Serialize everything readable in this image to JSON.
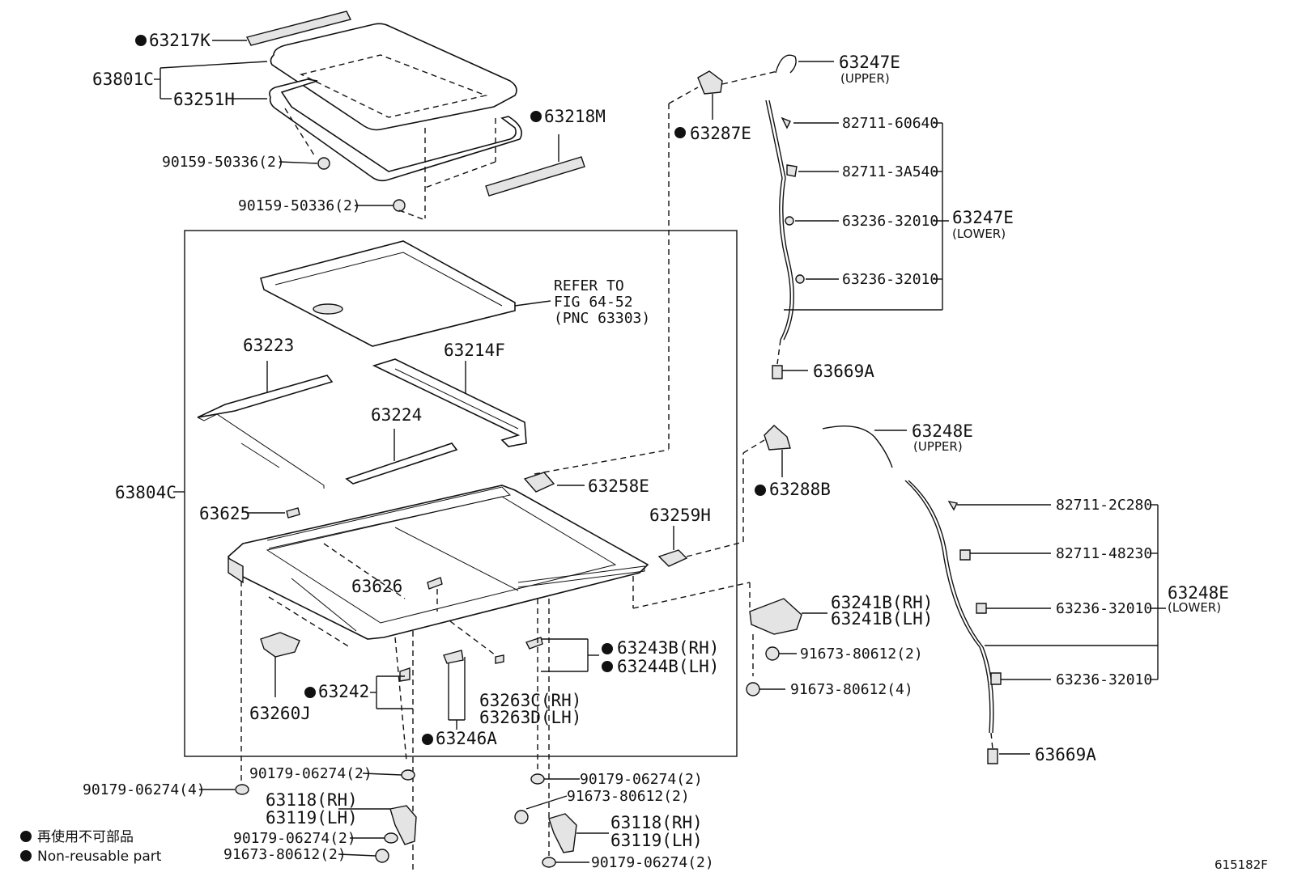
{
  "diagram_code": "615182F",
  "legend": {
    "non_reusable_ja": "再使用不可部品",
    "non_reusable_en": "Non-reusable part"
  },
  "labels": {
    "p63217K": "63217K",
    "p63801C": "63801C",
    "p63251H": "63251H",
    "p63218M": "63218M",
    "p90159_a": "90159-50336(2)",
    "p90159_b": "90159-50336(2)",
    "p63247E_up": "63247E",
    "upper_1": "(UPPER)",
    "p63287E": "63287E",
    "p82711_60640": "82711-60640",
    "p82711_3A540": "82711-3A540",
    "p63236_a": "63236-32010",
    "p63247E_low": "63247E",
    "lower_1": "(LOWER)",
    "p63236_b": "63236-32010",
    "p63669A_a": "63669A",
    "refer_1": "REFER TO",
    "refer_2": "FIG 64-52",
    "refer_3": "(PNC 63303)",
    "p63223": "63223",
    "p63214F": "63214F",
    "p63224": "63224",
    "p63804C": "63804C",
    "p63258E": "63258E",
    "p63625": "63625",
    "p63259H": "63259H",
    "p63626": "63626",
    "p63248E_up": "63248E",
    "upper_2": "(UPPER)",
    "p63288B": "63288B",
    "p82711_2C280": "82711-2C280",
    "p82711_48230": "82711-48230",
    "p63236_c": "63236-32010",
    "p63248E_low": "63248E",
    "lower_2": "(LOWER)",
    "p63236_d": "63236-32010",
    "p63669A_b": "63669A",
    "p63241B_rh": "63241B(RH)",
    "p63241B_lh": "63241B(LH)",
    "p91673_2a": "91673-80612(2)",
    "p91673_4": "91673-80612(4)",
    "p63243B": "63243B(RH)",
    "p63244B": "63244B(LH)",
    "p63242": "63242",
    "p63263C": "63263C(RH)",
    "p63263D": "63263D(LH)",
    "p63260J": "63260J",
    "p63246A": "63246A",
    "p90179_2a": "90179-06274(2)",
    "p90179_4": "90179-06274(4)",
    "p90179_2b": "90179-06274(2)",
    "p91673_2b": "91673-80612(2)",
    "p63118_a": "63118(RH)",
    "p63119_a": "63119(LH)",
    "p63118_b": "63118(RH)",
    "p63119_b": "63119(LH)",
    "p90179_2c": "90179-06274(2)",
    "p91673_2c": "91673-80612(2)",
    "p90179_2d": "90179-06274(2)"
  }
}
